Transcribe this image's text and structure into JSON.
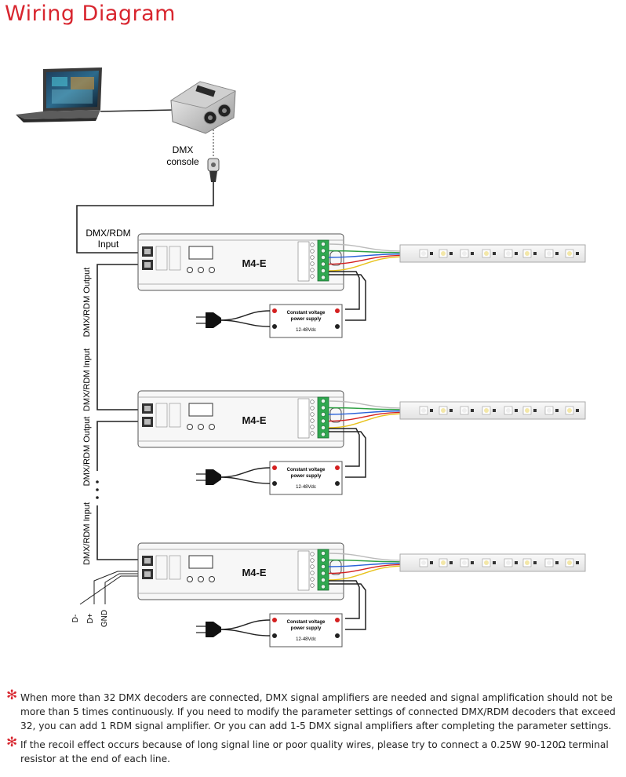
{
  "title": "Wiring Diagram",
  "dmx_console_line1": "DMX",
  "dmx_console_line2": "console",
  "input_label_line1": "DMX/RDM",
  "input_label_line2": "Input",
  "vertical_output": "DMX/RDM Output",
  "vertical_input": "DMX/RDM Input",
  "decoder_model": "M4-E",
  "psu_line1": "Constant voltage",
  "psu_line2": "power supply",
  "psu_voltage": "12-48Vdc",
  "bus_labels": [
    "D-",
    "D+",
    "GND"
  ],
  "notes": [
    "When more than 32 DMX decoders are connected, DMX signal amplifiers are needed and signal amplification should not be more than 5 times continuously. If you need to modify the parameter settings of connected DMX/RDM decoders that exceed 32, you can add 1 RDM signal amplifier. Or you can add 1-5 DMX signal amplifiers after completing the parameter settings.",
    "If the recoil effect occurs because of long signal line or poor quality wires, please try to connect a 0.25W 90-120Ω terminal resistor at the end of each line."
  ],
  "colors": {
    "accent": "#d8262f",
    "terminal_green": "#2fa84f",
    "wire_red": "#d42020",
    "wire_green": "#2ea043",
    "wire_blue": "#2b63d9",
    "wire_yellow": "#e8c21a",
    "wire_white": "#bbbbbb"
  },
  "icons": [
    "laptop-icon",
    "dmx-console-icon",
    "xlr-connector-icon",
    "power-plug-icon",
    "led-strip-icon"
  ]
}
